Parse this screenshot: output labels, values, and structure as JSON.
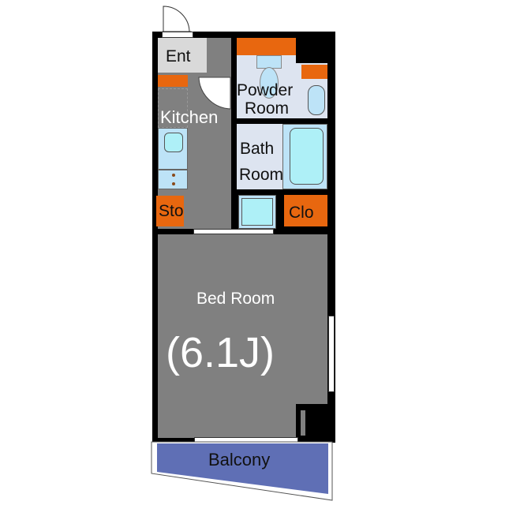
{
  "rooms": {
    "entrance": "Ent",
    "kitchen": "Kitchen",
    "powder_room_line1": "Powder",
    "powder_room_line2": "Room",
    "bath_room_line1": "Bath",
    "bath_room_line2": "Room",
    "storage": "Sto",
    "closet": "Clo",
    "bed_room": "Bed Room",
    "bed_room_size": "(6.1J)",
    "balcony": "Balcony"
  },
  "colors": {
    "wall": "#000000",
    "floor": "#808080",
    "storage": "#e8670f",
    "wet_area": "#dde4f0",
    "fixture": "#bde3f7",
    "balcony": "#5f6fb5"
  }
}
